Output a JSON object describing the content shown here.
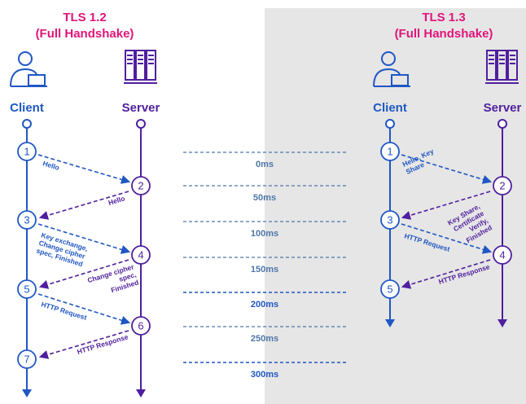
{
  "colors": {
    "client": "#1f57c3",
    "server": "#4f1f9e",
    "title": "#e0157a",
    "time_dim": "#4d77a8",
    "time_bold": "#1f57c3",
    "panel_bg": "#e6e6e6",
    "circle_fill": "#ffffff"
  },
  "icons": {
    "client": "person-at-laptop-icon",
    "server": "server-rack-icon"
  },
  "tls12": {
    "title_line1": "TLS 1.2",
    "title_line2": "(Full Handshake)",
    "client_label": "Client",
    "server_label": "Server",
    "client_steps": [
      "1",
      "3",
      "5",
      "7"
    ],
    "server_steps": [
      "2",
      "4",
      "6"
    ],
    "messages": [
      {
        "from": "client",
        "lines": [
          "Hello"
        ]
      },
      {
        "from": "server",
        "lines": [
          "Hello"
        ]
      },
      {
        "from": "client",
        "lines": [
          "Key exchange,",
          "Change cipher",
          "spec, Finished"
        ]
      },
      {
        "from": "server",
        "lines": [
          "Change cipher",
          "spec,",
          "Finished"
        ]
      },
      {
        "from": "client",
        "lines": [
          "HTTP Request"
        ]
      },
      {
        "from": "server",
        "lines": [
          "HTTP Response"
        ]
      }
    ]
  },
  "tls13": {
    "title_line1": "TLS 1.3",
    "title_line2": "(Full Handshake)",
    "client_label": "Client",
    "server_label": "Server",
    "client_steps": [
      "1",
      "3",
      "5"
    ],
    "server_steps": [
      "2",
      "4"
    ],
    "messages": [
      {
        "from": "client",
        "lines": [
          "Hello, Key",
          "Share"
        ]
      },
      {
        "from": "server",
        "lines": [
          "Key Share,",
          "Certificate",
          "Verify,",
          "Finished"
        ]
      },
      {
        "from": "client",
        "lines": [
          "HTTP Request"
        ]
      },
      {
        "from": "server",
        "lines": [
          "HTTP Response"
        ]
      }
    ]
  },
  "timeline": [
    {
      "label": "0ms",
      "emphasis": false
    },
    {
      "label": "50ms",
      "emphasis": false
    },
    {
      "label": "100ms",
      "emphasis": false
    },
    {
      "label": "150ms",
      "emphasis": false
    },
    {
      "label": "200ms",
      "emphasis": true
    },
    {
      "label": "250ms",
      "emphasis": false
    },
    {
      "label": "300ms",
      "emphasis": true
    }
  ]
}
